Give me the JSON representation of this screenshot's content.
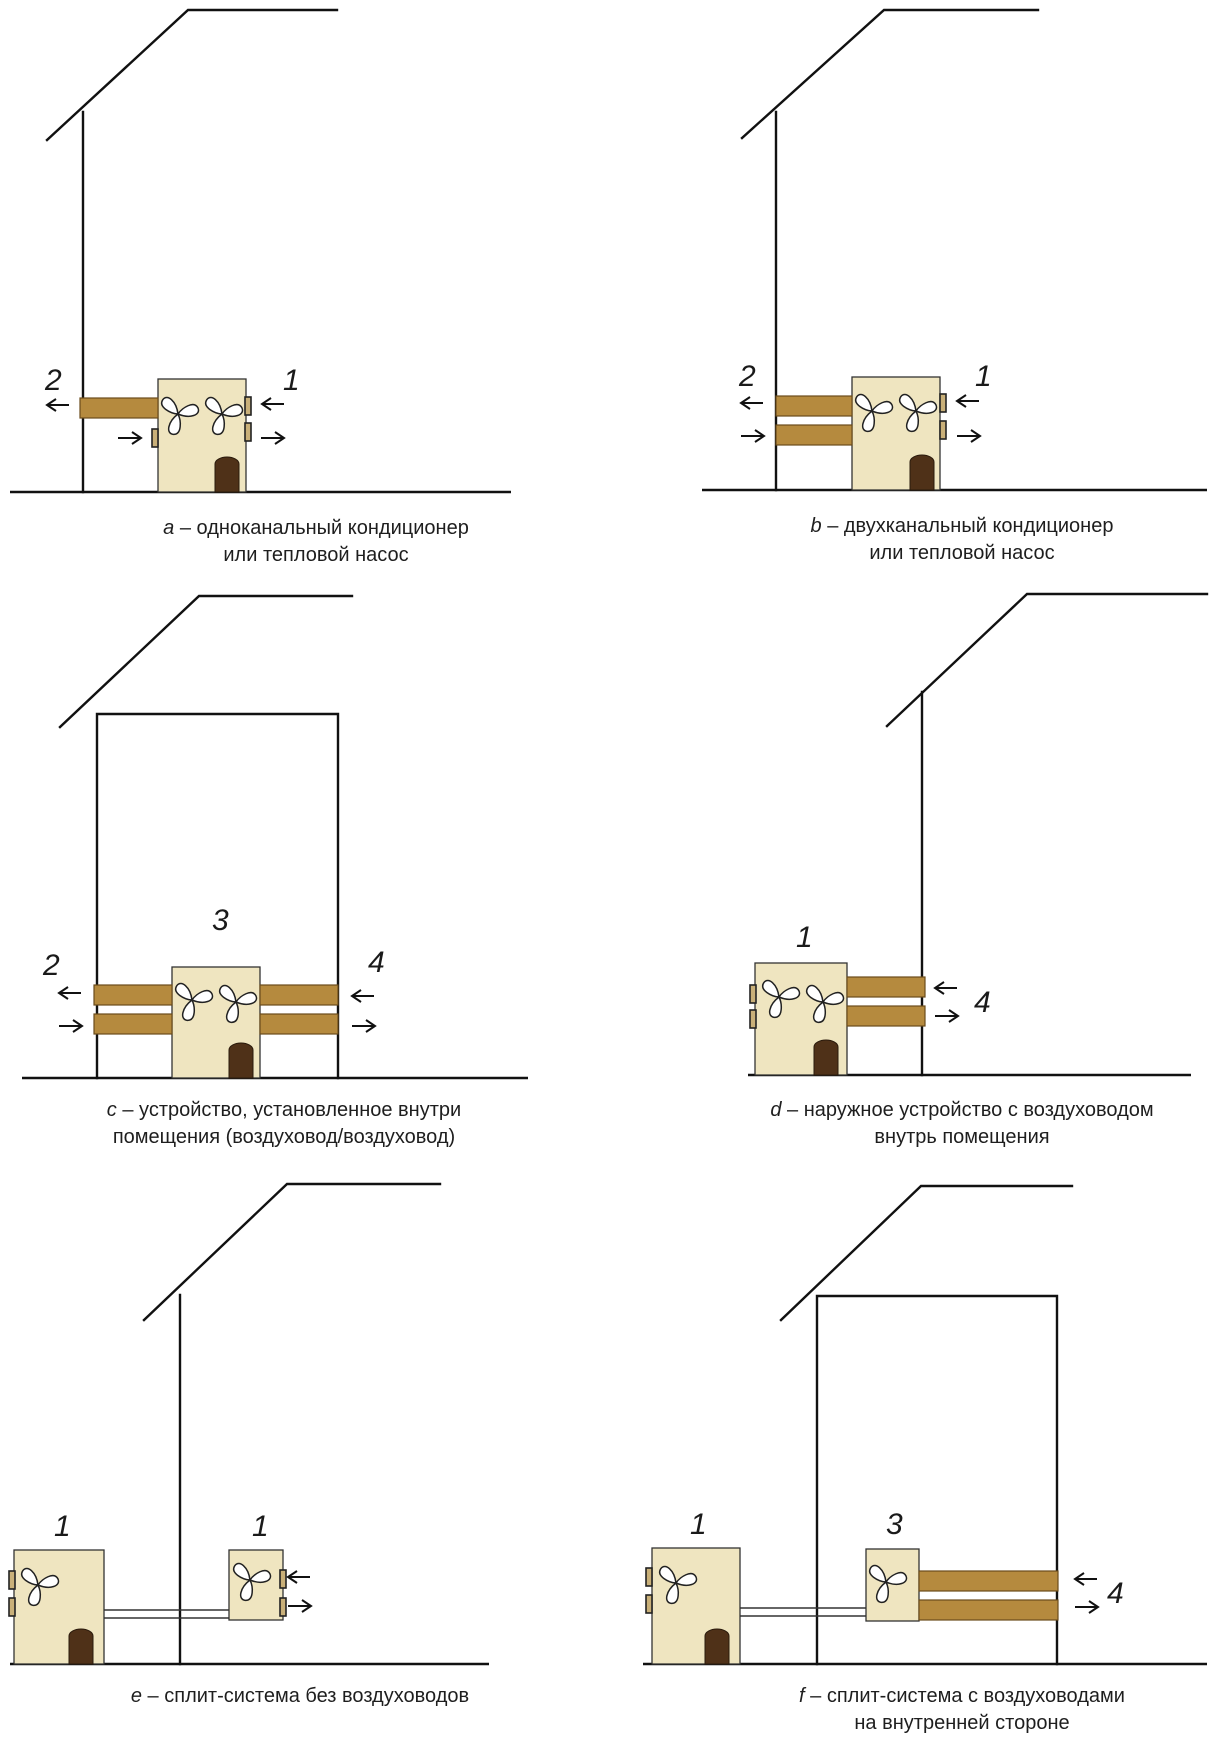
{
  "chart_data": {
    "type": "diagram",
    "panels": [
      {
        "letter": "a",
        "caption_line1": "одноканальный кондиционер",
        "caption_line2": "или тепловой насос",
        "labels": [
          "2",
          "1"
        ]
      },
      {
        "letter": "b",
        "caption_line1": "двухканальный кондиционер",
        "caption_line2": "или тепловой насос",
        "labels": [
          "2",
          "1"
        ]
      },
      {
        "letter": "c",
        "caption_line1": "устройство, установленное внутри",
        "caption_line2": "помещения (воздуховод/воздуховод)",
        "labels": [
          "2",
          "3",
          "4"
        ]
      },
      {
        "letter": "d",
        "caption_line1": "наружное устройство с воздуховодом",
        "caption_line2": "внутрь помещения",
        "labels": [
          "1",
          "4"
        ]
      },
      {
        "letter": "e",
        "caption_line1": "сплит-система без воздуховодов",
        "caption_line2": "",
        "labels": [
          "1",
          "1"
        ]
      },
      {
        "letter": "f",
        "caption_line1": "сплит-система с воздуховодами",
        "caption_line2": "на внутренней стороне",
        "labels": [
          "1",
          "3",
          "4"
        ]
      }
    ],
    "dash": "–",
    "colors": {
      "unit": "#efe5c0",
      "duct": "#b58a3e",
      "compressor": "#4f3118"
    }
  }
}
